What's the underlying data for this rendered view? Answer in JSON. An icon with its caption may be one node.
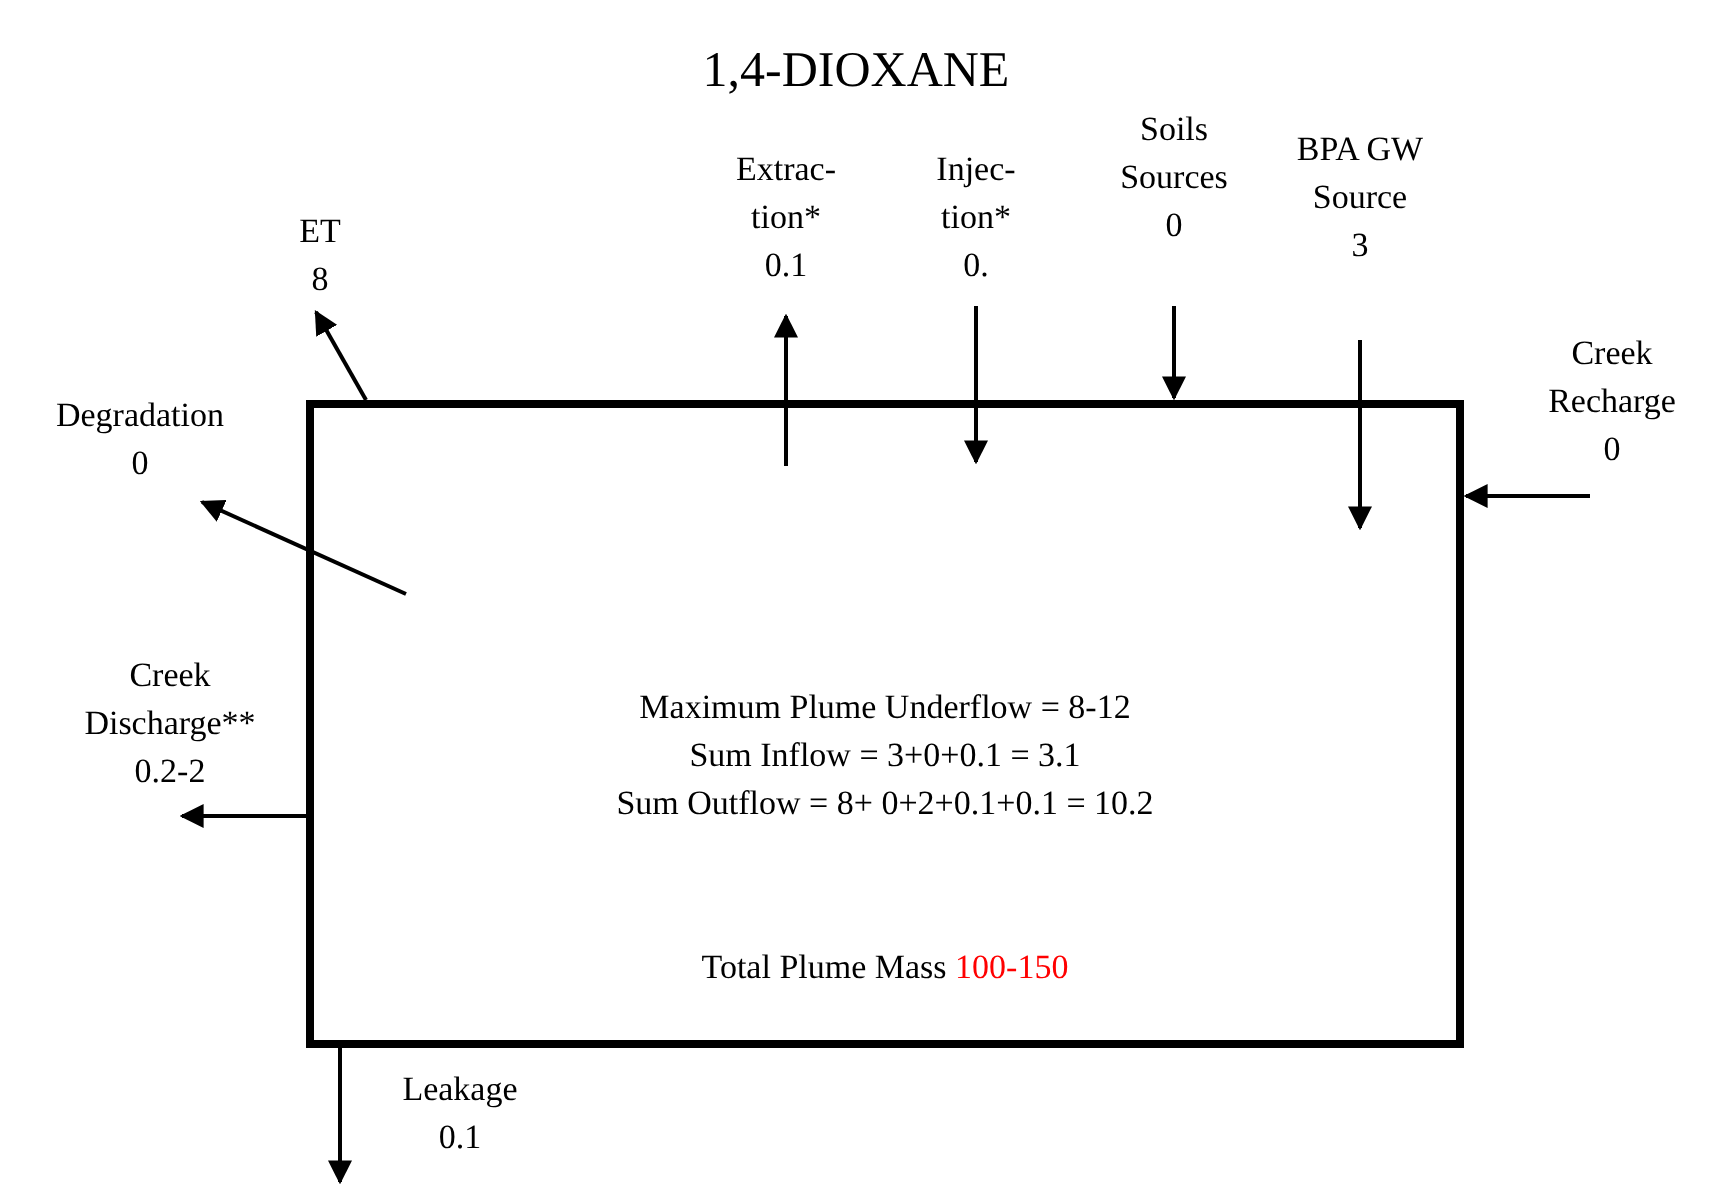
{
  "diagram": {
    "title": "1,4-DIOXANE",
    "nodes": [
      {
        "text": [
          "Maximum Plume Underflow = 8-12",
          "Sum Inflow = 3+0+0.1 = 3.1",
          "Sum Outflow = 8+ 0+2+0.1+0.1 = 10.2",
          "Total Plume Mass",
          "100-150"
        ]
      },
      {
        "text": [
          "ET",
          "8"
        ]
      },
      {
        "text": [
          "Extrac- tion*",
          "0.1"
        ]
      },
      {
        "text": [
          "Injec- tion*",
          "0."
        ]
      },
      {
        "text": [
          "Soils Sources",
          "0"
        ]
      },
      {
        "text": [
          "BPA GW Source",
          "3"
        ]
      },
      {
        "text": [
          "Creek Recharge",
          "0"
        ]
      },
      {
        "text": [
          "Degradation",
          "0"
        ]
      },
      {
        "text": [
          "Creek Discharge**",
          "0.2-2"
        ]
      }
    ],
    "edges": [
      {
        "from": 0,
        "to": 1,
        "arrow": "to"
      },
      {
        "from": 0,
        "to": 2,
        "arrow": "to"
      },
      {
        "from": 3,
        "to": 0,
        "arrow": "to"
      },
      {
        "from": 4,
        "to": 0,
        "arrow": "to"
      },
      {
        "from": 5,
        "to": 0,
        "arrow": "to"
      },
      {
        "from": 6,
        "to": 0,
        "arrow": "to"
      },
      {
        "from": 0,
        "to": 7,
        "arrow": "to"
      },
      {
        "from": 0,
        "to": 8,
        "arrow": "to"
      },
      {
        "from": 0,
        "to": null,
        "arrow": "to"
      }
    ],
    "labels": [
      "Leakage",
      "0.1"
    ]
  }
}
